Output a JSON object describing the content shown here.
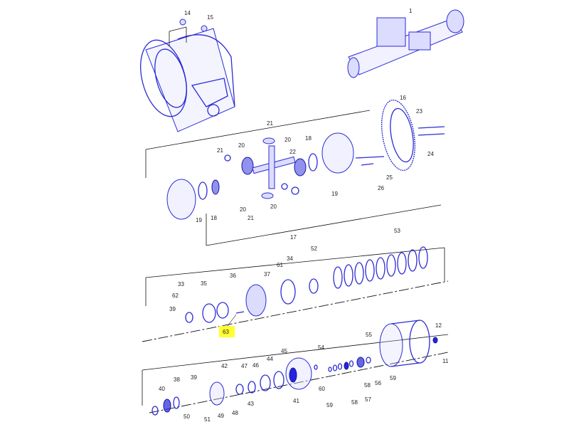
{
  "diagram": {
    "highlighted_label": "63",
    "highlight_color": "#ffff33",
    "part_color": "#2b2bd6",
    "labels": [
      "14",
      "15",
      "1",
      "16",
      "23",
      "24",
      "21",
      "20",
      "21",
      "20",
      "22",
      "18",
      "25",
      "26",
      "19",
      "19",
      "18",
      "20",
      "20",
      "21",
      "17",
      "53",
      "52",
      "34",
      "61",
      "37",
      "36",
      "33",
      "35",
      "62",
      "39",
      "12",
      "55",
      "11",
      "54",
      "45",
      "44",
      "46",
      "47",
      "42",
      "39",
      "38",
      "40",
      "41",
      "60",
      "59",
      "58",
      "57",
      "58",
      "56",
      "59",
      "43",
      "48",
      "49",
      "50",
      "51"
    ]
  }
}
